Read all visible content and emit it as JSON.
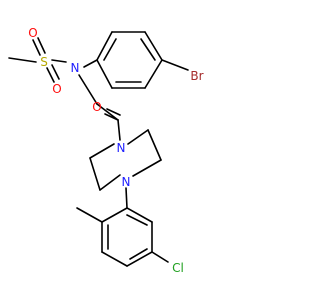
{
  "molecule": {
    "atoms": {
      "S": {
        "text": "S",
        "color": "#b5a800"
      },
      "O1": {
        "text": "O",
        "color": "#ff0d0d"
      },
      "O2": {
        "text": "O",
        "color": "#ff0d0d"
      },
      "N1": {
        "text": "N",
        "color": "#1e1eff"
      },
      "O3": {
        "text": "O",
        "color": "#ff0d0d"
      },
      "N2": {
        "text": "N",
        "color": "#1e1eff"
      },
      "N3": {
        "text": "N",
        "color": "#1e1eff"
      },
      "Br": {
        "text": "Br",
        "color": "#a52a2a"
      },
      "Cl": {
        "text": "Cl",
        "color": "#1fa01f"
      }
    },
    "bond_color": "#000000"
  }
}
